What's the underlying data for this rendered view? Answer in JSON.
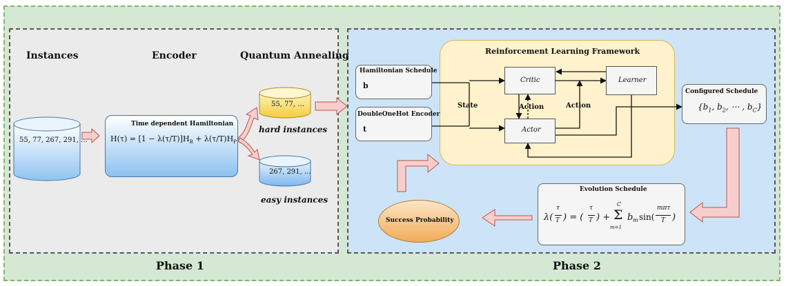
{
  "phase1": {
    "label": "Phase 1",
    "instances_heading": "Instances",
    "encoder_heading": "Encoder",
    "annealing_heading": "Quantum Annealing",
    "instances_db": "55, 77, 267, 291, …",
    "encoder_title": "Time dependent Hamiltonian",
    "encoder_formula": "H(τ) = [1 − λ(τ/T)]H",
    "encoder_formula_sub1": "B",
    "encoder_formula_mid": " + λ(τ/T)H",
    "encoder_formula_sub2": "P",
    "hard_db": "55, 77, …",
    "hard_label": "hard instances",
    "easy_db": "267, 291, …",
    "easy_label": "easy instances"
  },
  "phase2": {
    "label": "Phase 2",
    "rl_title": "Reinforcement Learning Framework",
    "ham_schedule_title": "Hamiltonian Schedule",
    "ham_schedule_symbol": "b",
    "encoder_title": "DoubleOneHot Encoder",
    "encoder_symbol": "t",
    "state_label": "State",
    "critic": "Critic",
    "actor": "Actor",
    "learner": "Learner",
    "action_left": "Action",
    "action_right": "Action",
    "configured_title": "Configured Schedule",
    "configured_value": "{b",
    "configured_sub1": "1",
    "configured_comma1": ", b",
    "configured_sub2": "2",
    "configured_dots": ", ⋯ , b",
    "configured_subC": "C",
    "configured_close": "}",
    "evolution_title": "Evolution Schedule",
    "success_label": "Success Probability"
  },
  "colors": {
    "outer_bg": "#d5e8d4",
    "phase1_bg": "#ebebeb",
    "phase2_bg": "#cde3f7",
    "rl_bg": "#fff2cc",
    "arrow_fill": "#f8cecc",
    "arrow_stroke": "#b85450",
    "db_yellow": "#ffe37a",
    "db_blue": "#9cc8f2"
  }
}
